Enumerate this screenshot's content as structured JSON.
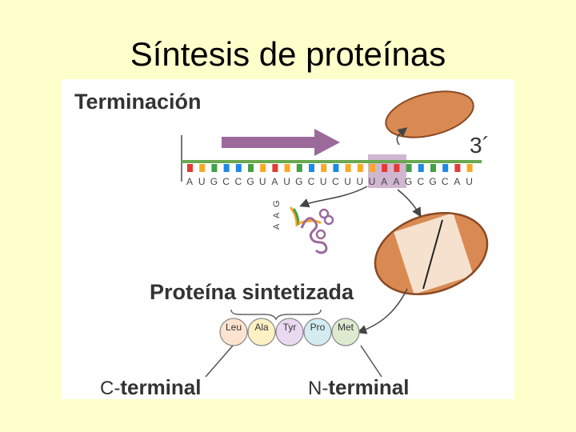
{
  "slide": {
    "title": "Síntesis de proteínas"
  },
  "diagram": {
    "section_title": "Terminación",
    "strand_end_label": "3´",
    "mrna_sequence": [
      "A",
      "U",
      "G",
      "C",
      "C",
      "G",
      "U",
      "A",
      "U",
      "G",
      "C",
      "U",
      "C",
      "U",
      "U",
      "U",
      "A",
      "A",
      "G",
      "C",
      "G",
      "C",
      "A",
      "U"
    ],
    "base_colors": {
      "A": "#e53935",
      "U": "#f9a825",
      "G": "#43a047",
      "C": "#1e88e5"
    },
    "stop_codon_highlight": "#c9a9c9",
    "trna_label": [
      "G",
      "A",
      "A"
    ],
    "protein_title": "Proteína sintetizada",
    "amino_acids": [
      {
        "label": "Leu",
        "color": "#fbe3cf"
      },
      {
        "label": "Ala",
        "color": "#fdf1c4"
      },
      {
        "label": "Tyr",
        "color": "#ead9f0"
      },
      {
        "label": "Pro",
        "color": "#d3ecf2"
      },
      {
        "label": "Met",
        "color": "#ddead0"
      }
    ],
    "c_terminal": {
      "prefix": "C-",
      "word": "terminal"
    },
    "n_terminal": {
      "prefix": "N-",
      "word": "terminal"
    },
    "ribosome_color": "#d98a52"
  }
}
